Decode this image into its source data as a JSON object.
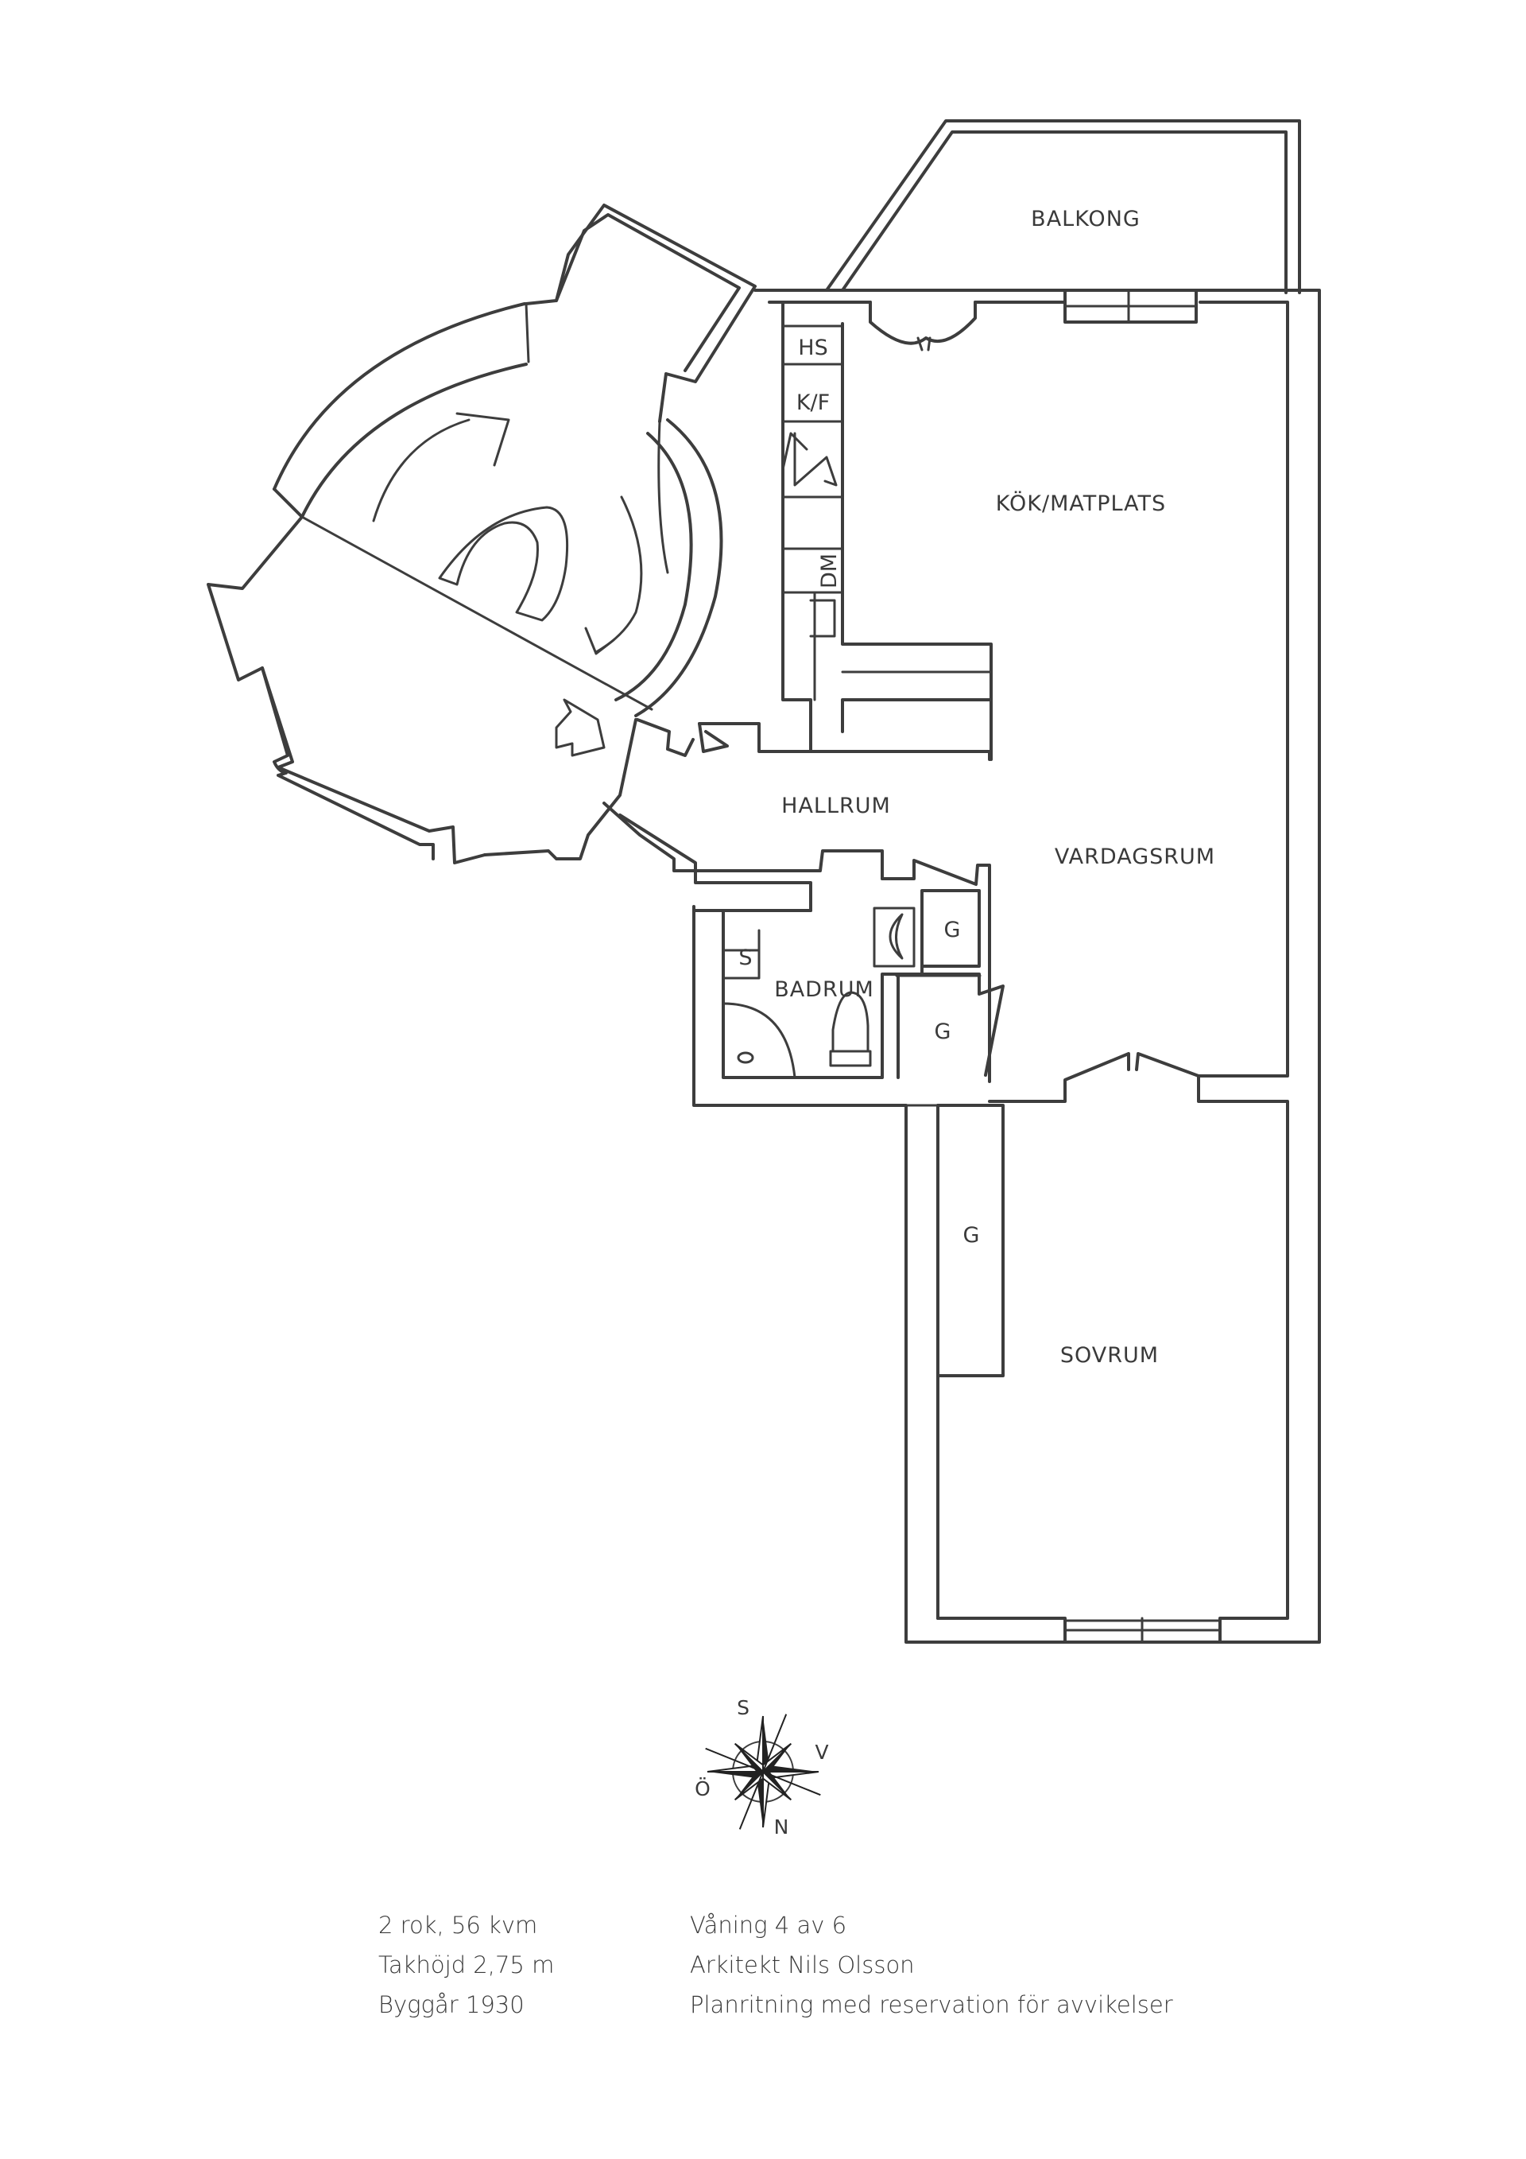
{
  "rooms": {
    "balkong": "BALKONG",
    "kok": "KÖK/MATPLATS",
    "hallrum": "HALLRUM",
    "vardagsrum": "VARDAGSRUM",
    "badrum": "BADRUM",
    "sovrum": "SOVRUM"
  },
  "fixtures": {
    "hs": "HS",
    "kf": "K/F",
    "dm": "DM",
    "s": "S",
    "g1": "G",
    "g2": "G",
    "g3": "G"
  },
  "compass": {
    "north": "N",
    "south": "S",
    "east": "Ö",
    "west": "V"
  },
  "info": {
    "left": [
      "2 rok, 56 kvm",
      "Takhöjd 2,75 m",
      "Byggår 1930"
    ],
    "right": [
      "Våning 4 av 6",
      "Arkitekt Nils Olsson",
      "Planritning med reservation för avvikelser"
    ]
  }
}
